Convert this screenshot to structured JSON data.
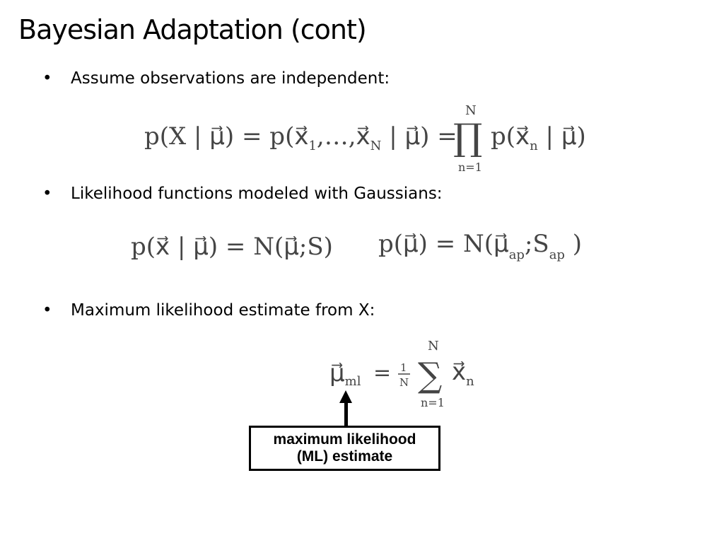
{
  "slide": {
    "title": "Bayesian Adaptation (cont)",
    "bullets": [
      {
        "marker": "•",
        "text": "Assume observations are independent:"
      },
      {
        "marker": "•",
        "text": "Likelihood functions modeled with Gaussians:"
      },
      {
        "marker": "•",
        "text": "Maximum likelihood estimate from X:"
      }
    ]
  },
  "equations": {
    "independence": {
      "lhs": "p(X | μ⃗) = p(x⃗",
      "sub1": "1",
      "mid": ",…,x⃗",
      "subN": "N",
      "tail": " | μ⃗) =",
      "prod_symbol": "∏",
      "prod_upper": "N",
      "prod_lower": "n=1",
      "rhs": "p(x⃗",
      "subn": "n",
      "rhs_tail": " | μ⃗)"
    },
    "likelihood": "p(x⃗ | μ⃗) = N(μ⃗;S)",
    "prior": {
      "lhs": "p(μ⃗) = N(μ⃗",
      "sub_ap1": "ap",
      "mid": ";S",
      "sub_ap2": "ap",
      "close": " )"
    },
    "ml_estimate": {
      "mu": "μ⃗",
      "sub_ml": "ml",
      "equals": "=",
      "frac_num": "1",
      "frac_den": "N",
      "sum_symbol": "∑",
      "sum_upper": "N",
      "sum_lower": "n=1",
      "x": "x⃗",
      "sub_n": "n"
    }
  },
  "annotation": {
    "line1": "maximum likelihood",
    "line2": "(ML) estimate"
  }
}
